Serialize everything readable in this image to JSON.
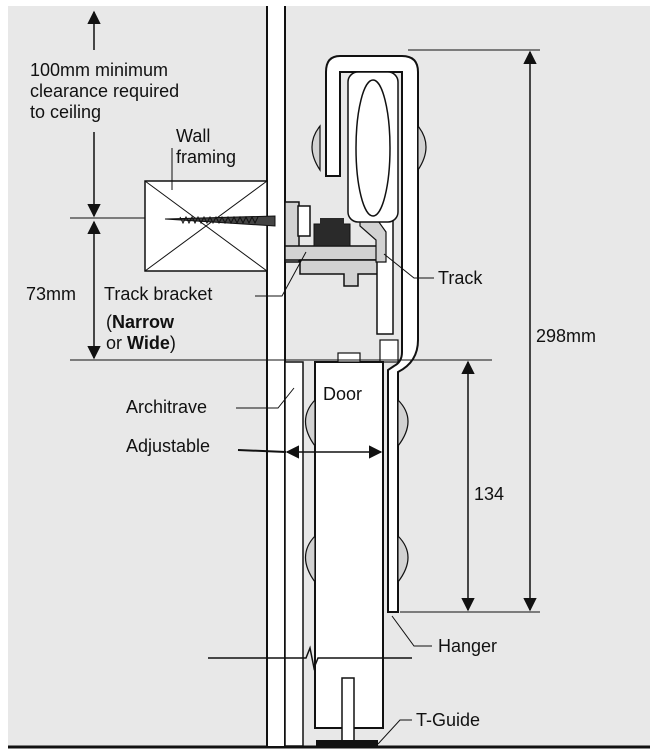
{
  "labels": {
    "clearance": [
      "100mm minimum",
      "clearance required",
      "to ceiling"
    ],
    "wall_framing": [
      "Wall",
      "framing"
    ],
    "dim_73": "73mm",
    "track_bracket": "Track bracket",
    "bracket_paren_open": "(",
    "bracket_narrow": "Narrow",
    "bracket_or": "or ",
    "bracket_wide": "Wide",
    "bracket_paren_close": ")",
    "track": "Track",
    "dim_298": "298mm",
    "architrave": "Architrave",
    "door": "Door",
    "adjustable": "Adjustable",
    "dim_134": "134",
    "hanger": "Hanger",
    "t_guide": "T-Guide"
  },
  "colors": {
    "panel": "#e8e8e8",
    "line": "#111111",
    "white": "#ffffff",
    "part": "#d2d2d2",
    "dark": "#2a2a2a"
  }
}
